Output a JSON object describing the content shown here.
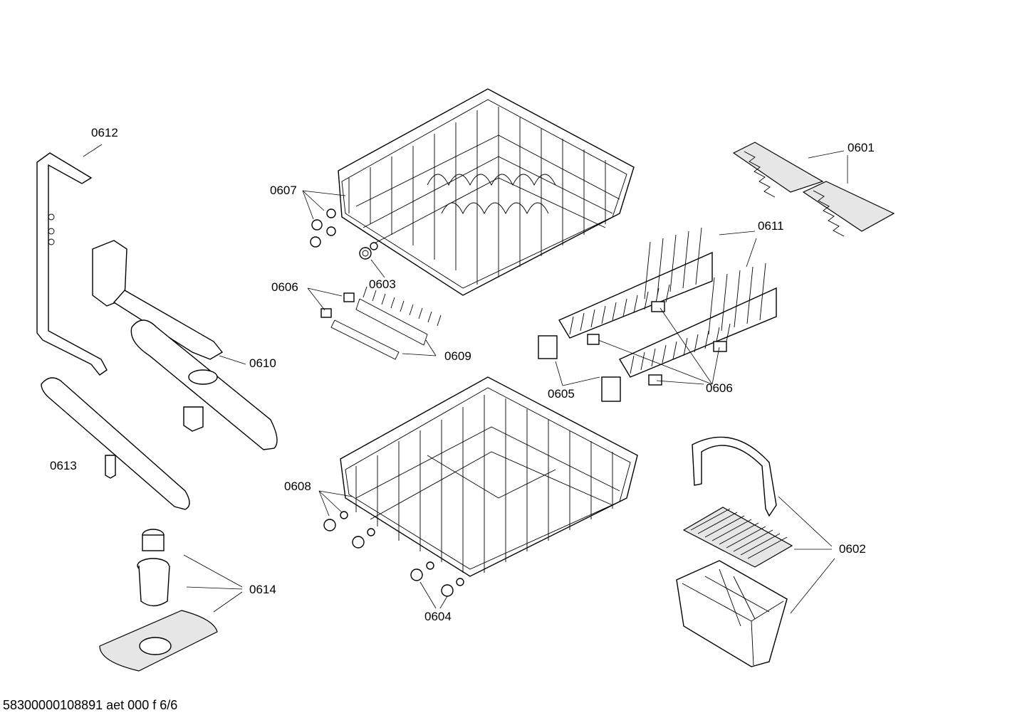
{
  "labels": {
    "p0601": "0601",
    "p0602": "0602",
    "p0603": "0603",
    "p0604": "0604",
    "p0605": "0605",
    "p0606a": "0606",
    "p0606b": "0606",
    "p0607": "0607",
    "p0608": "0608",
    "p0609": "0609",
    "p0610": "0610",
    "p0611": "0611",
    "p0612": "0612",
    "p0613": "0613",
    "p0614": "0614"
  },
  "footer": "58300000108891 aet 000 f 6/6"
}
